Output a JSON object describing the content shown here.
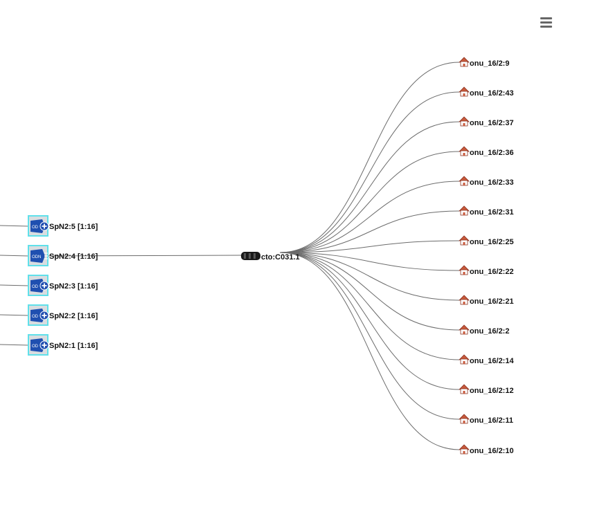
{
  "menu": {
    "icon": "hamburger-menu-icon"
  },
  "colors": {
    "link": "#6b6b6b",
    "splitter_border": "#5fe0ea",
    "splitter_fill": "#d9dde0",
    "splitter_icon": "#1f4fb0",
    "onu_roof": "#c85a3c",
    "onu_body": "#ffffff"
  },
  "cto": {
    "label": "cto:C031.1",
    "icon": "cable-closure-icon"
  },
  "splitters": [
    {
      "label": "SpN2:5 [1:16]",
      "icon": "splitter-collapsed-icon",
      "expanded": false
    },
    {
      "label": "SpN2:4 [1:16]",
      "icon": "splitter-expanded-icon",
      "expanded": true
    },
    {
      "label": "SpN2:3 [1:16]",
      "icon": "splitter-collapsed-icon",
      "expanded": false
    },
    {
      "label": "SpN2:2 [1:16]",
      "icon": "splitter-collapsed-icon",
      "expanded": false
    },
    {
      "label": "SpN2:1 [1:16]",
      "icon": "splitter-collapsed-icon",
      "expanded": false
    }
  ],
  "onus": [
    {
      "label": "onu_16/2:9",
      "icon": "house-icon"
    },
    {
      "label": "onu_16/2:43",
      "icon": "house-icon"
    },
    {
      "label": "onu_16/2:37",
      "icon": "house-icon"
    },
    {
      "label": "onu_16/2:36",
      "icon": "house-icon"
    },
    {
      "label": "onu_16/2:33",
      "icon": "house-icon"
    },
    {
      "label": "onu_16/2:31",
      "icon": "house-icon"
    },
    {
      "label": "onu_16/2:25",
      "icon": "house-icon"
    },
    {
      "label": "onu_16/2:22",
      "icon": "house-icon"
    },
    {
      "label": "onu_16/2:21",
      "icon": "house-icon"
    },
    {
      "label": "onu_16/2:2",
      "icon": "house-icon"
    },
    {
      "label": "onu_16/2:14",
      "icon": "house-icon"
    },
    {
      "label": "onu_16/2:12",
      "icon": "house-icon"
    },
    {
      "label": "onu_16/2:11",
      "icon": "house-icon"
    },
    {
      "label": "onu_16/2:10",
      "icon": "house-icon"
    }
  ]
}
